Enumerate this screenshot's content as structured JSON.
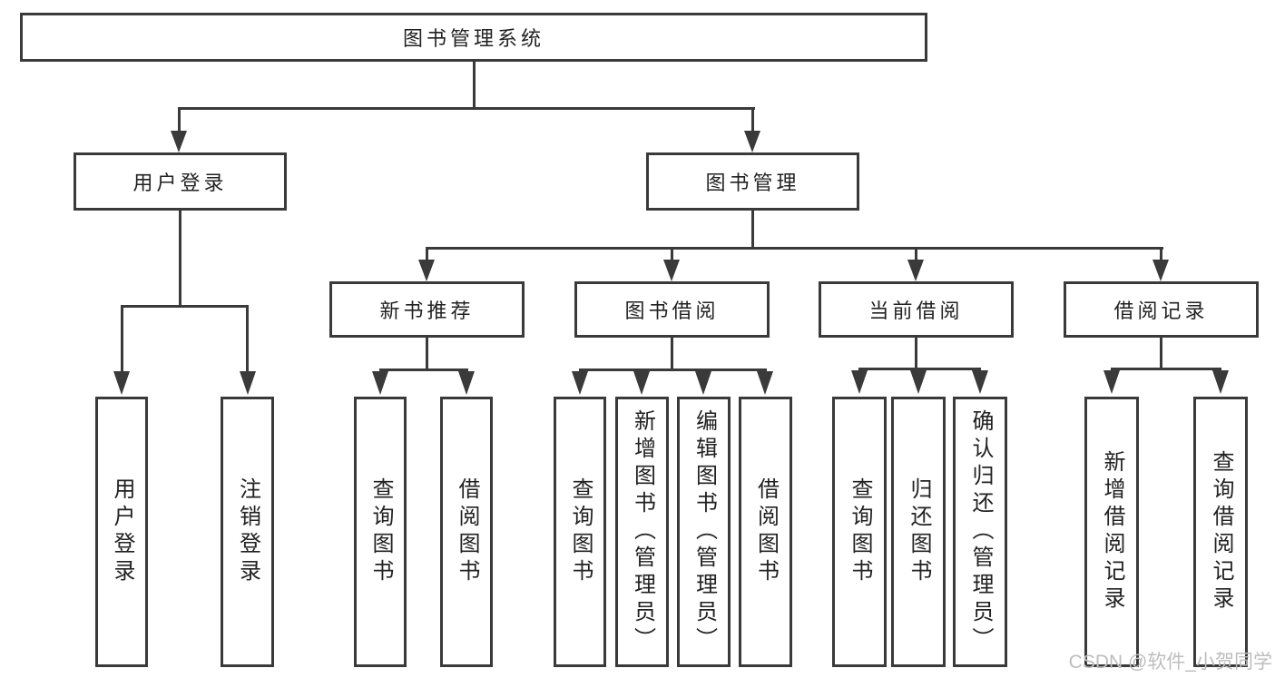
{
  "colors": {
    "line": "#3a3a3a",
    "text": "#222222",
    "box_background": "#ffffff",
    "watermark": "#bdbdbd",
    "page_background": "#ffffff"
  },
  "diagram": {
    "root": {
      "label": "图书管理系统"
    },
    "level2": [
      {
        "label": "用户登录"
      },
      {
        "label": "图书管理"
      }
    ],
    "level3": [
      {
        "label": "新书推荐",
        "parent": "图书管理"
      },
      {
        "label": "图书借阅",
        "parent": "图书管理"
      },
      {
        "label": "当前借阅",
        "parent": "图书管理"
      },
      {
        "label": "借阅记录",
        "parent": "图书管理"
      }
    ],
    "leaves": [
      {
        "label": "用户登录",
        "parent": "用户登录"
      },
      {
        "label": "注销登录",
        "parent": "用户登录"
      },
      {
        "label": "查询图书",
        "parent": "新书推荐"
      },
      {
        "label": "借阅图书",
        "parent": "新书推荐"
      },
      {
        "label": "查询图书",
        "parent": "图书借阅"
      },
      {
        "label": "新增图书（管理员）",
        "parent": "图书借阅"
      },
      {
        "label": "编辑图书（管理员）",
        "parent": "图书借阅"
      },
      {
        "label": "借阅图书",
        "parent": "图书借阅"
      },
      {
        "label": "查询图书",
        "parent": "当前借阅"
      },
      {
        "label": "归还图书",
        "parent": "当前借阅"
      },
      {
        "label": "确认归还（管理员）",
        "parent": "当前借阅"
      },
      {
        "label": "新增借阅记录",
        "parent": "借阅记录"
      },
      {
        "label": "查询借阅记录",
        "parent": "借阅记录"
      }
    ],
    "watermark": "CSDN @软件_小贺同学"
  }
}
